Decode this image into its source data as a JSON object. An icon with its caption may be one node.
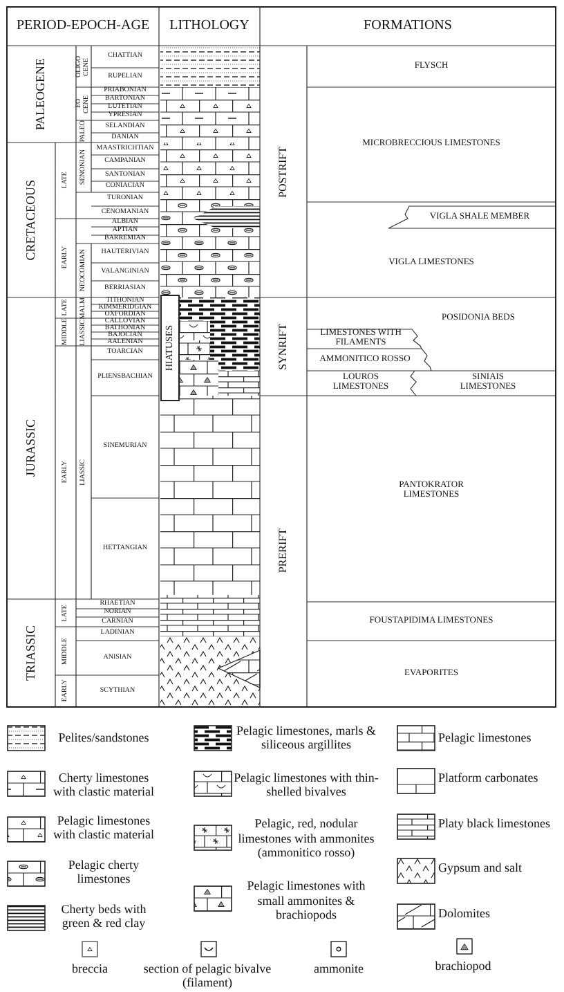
{
  "diagram": {
    "labels": [
      "PERIOD-EPOCH-AGE",
      "LITHOLOGY",
      "FORMATIONS",
      "PALEOGENE",
      "CRETACEOUS",
      "JURASSIC",
      "TRIASSIC",
      "LATE",
      "EARLY",
      "LATE",
      "MIDDLE",
      "EARLY",
      "LATE",
      "MIDDLE",
      "EARLY",
      "OLIGO CENE",
      "EO CENE",
      "PALEO",
      "SENONIAN",
      "NEOCOMIAN",
      "MALM",
      "LIASSIC",
      "LIASSIC",
      "CHATTIAN",
      "RUPELIAN",
      "PRIABONIAN",
      "BARTONIAN",
      "LUTETIAN",
      "YPRESIAN",
      "SELANDIAN",
      "DANIAN",
      "MAASTRICHTIAN",
      "CAMPANIAN",
      "SANTONIAN",
      "CONIACIAN",
      "TURONIAN",
      "CENOMANIAN",
      "ALBIAN",
      "APTIAN",
      "BARREMIAN",
      "HAUTERIVIAN",
      "VALANGINIAN",
      "BERRIASIAN",
      "TITHONIAN",
      "KIMMERIDGIAN",
      "OXFORDIAN",
      "CALLOVIAN",
      "BATHONIAN",
      "BAJOCIAN",
      "AALENIAN",
      "TOARCIAN",
      "PLIENSBACHIAN",
      "SINEMURIAN",
      "HETTANGIAN",
      "RHAETIAN",
      "NORIAN",
      "CARNIAN",
      "LADINIAN",
      "ANISIAN",
      "SCYTHIAN",
      "HIATUSES",
      "POSTRIFT",
      "SYNRIFT",
      "PRERIFT",
      "FLYSCH",
      "MICROBRECCIOUS LIMESTONES",
      "VIGLA SHALE MEMBER",
      "VIGLA LIMESTONES",
      "POSIDONIA BEDS",
      "LIMESTONES WITH FILAMENTS",
      "AMMONITICO ROSSO",
      "LOUROS LIMESTONES",
      "SINIAIS LIMESTONES",
      "PANTOKRATOR LIMESTONES",
      "FOUSTAPIDIMA LIMESTONES",
      "EVAPORITES"
    ],
    "legend": [
      {
        "text": "Pelites/sandstones"
      },
      {
        "text": "Cherty limestones with clastic material"
      },
      {
        "text": "Pelagic limestones with clastic material"
      },
      {
        "text": "Pelagic cherty limestones"
      },
      {
        "text": "Cherty beds with green & red clay"
      },
      {
        "text": "Pelagic limestones, marls & siliceous argillites"
      },
      {
        "text": "Pelagic limestones with thin-shelled bivalves"
      },
      {
        "text": "Pelagic, red, nodular limestones with ammonites (ammonitico rosso)"
      },
      {
        "text": "Pelagic limestones with small ammonites & brachiopods"
      },
      {
        "text": "Pelagic limestones"
      },
      {
        "text": "Platform carbonates"
      },
      {
        "text": "Platy black limestones"
      },
      {
        "text": "Gypsum and salt"
      },
      {
        "text": "Dolomites"
      },
      {
        "text": "breccia"
      },
      {
        "text": "section of pelagic bivalve (filament)"
      },
      {
        "text": "ammonite"
      },
      {
        "text": "brachiopod"
      }
    ]
  }
}
